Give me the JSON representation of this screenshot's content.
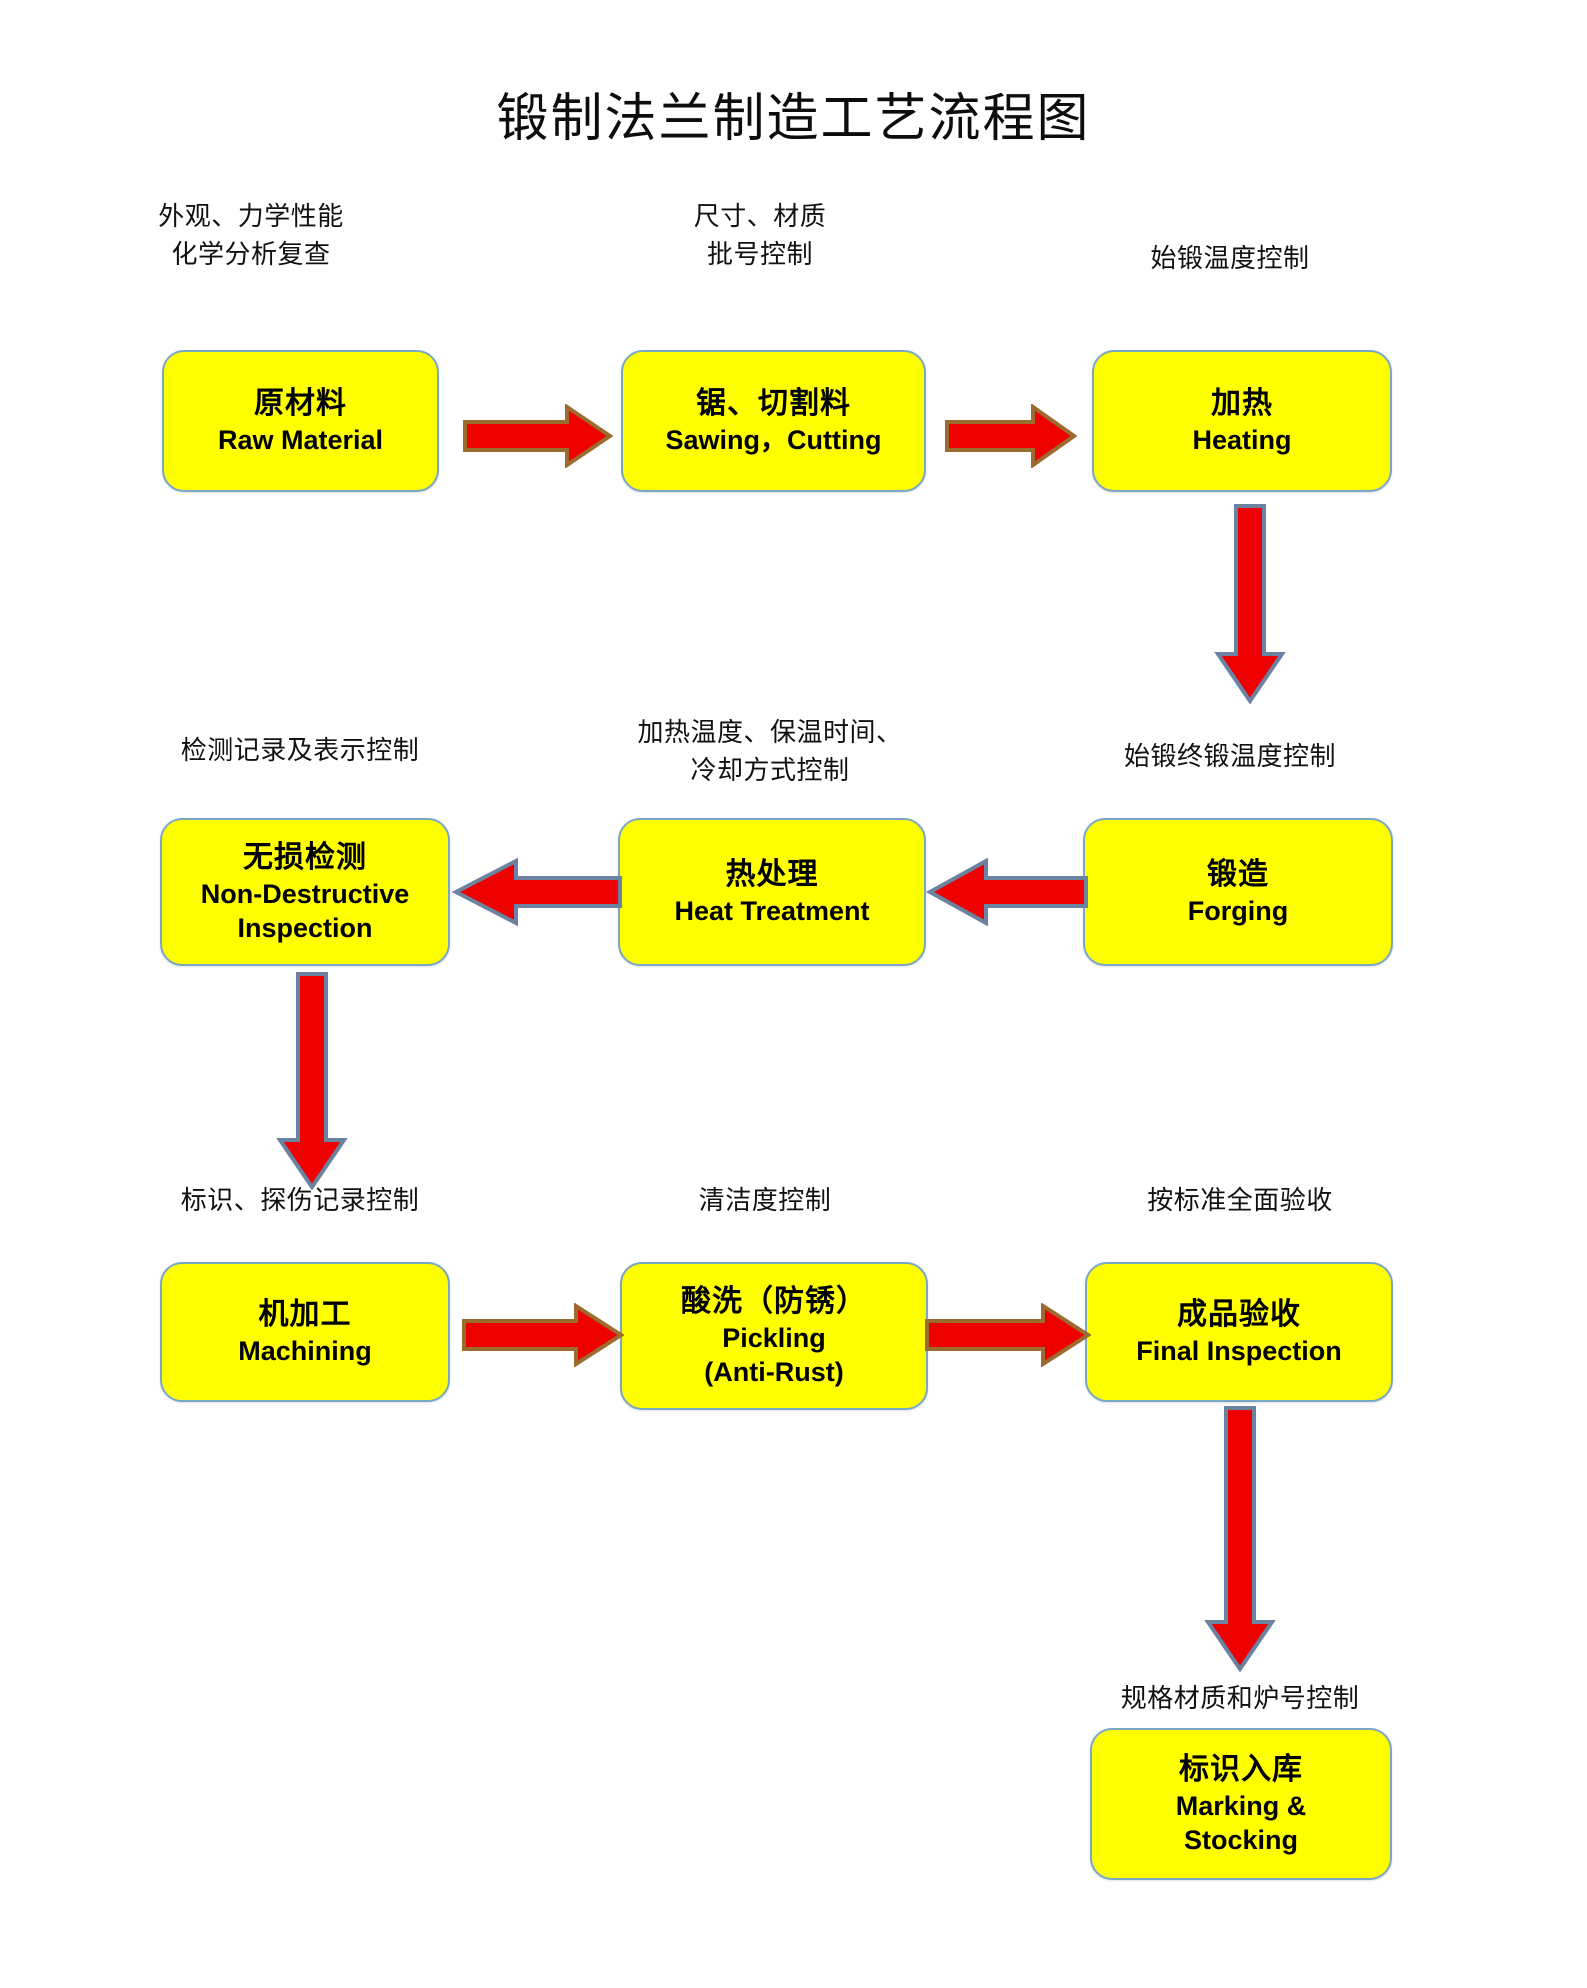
{
  "document": {
    "title": "锻制法兰制造工艺流程图",
    "type": "process-flowchart",
    "background_color": "#ffffff"
  },
  "style": {
    "box_fill": "#ffff00",
    "box_border": "#7ba7c7",
    "arrow_fill": "#ee0000",
    "arrow_border_horizontal": "#9c6b30",
    "arrow_border_vertical": "#6b82a0",
    "text_color": "#000000"
  },
  "nodes": [
    {
      "id": "raw-material",
      "caption": "外观、力学性能\n化学分析复查",
      "cn": "原材料",
      "en": "Raw Material",
      "row": 1,
      "col": 1
    },
    {
      "id": "sawing-cutting",
      "caption": "尺寸、材质\n批号控制",
      "cn": "锯、切割料",
      "en": "Sawing，Cutting",
      "row": 1,
      "col": 2
    },
    {
      "id": "heating",
      "caption": "始锻温度控制",
      "cn": "加热",
      "en": "Heating",
      "row": 1,
      "col": 3
    },
    {
      "id": "non-destructive-inspection",
      "caption": "检测记录及表示控制",
      "cn": "无损检测",
      "en": "Non-Destructive\nInspection",
      "row": 2,
      "col": 1
    },
    {
      "id": "heat-treatment",
      "caption": "加热温度、保温时间、\n冷却方式控制",
      "cn": "热处理",
      "en": "Heat Treatment",
      "row": 2,
      "col": 2
    },
    {
      "id": "forging",
      "caption": "始锻终锻温度控制",
      "cn": "锻造",
      "en": "Forging",
      "row": 2,
      "col": 3
    },
    {
      "id": "machining",
      "caption": "标识、探伤记录控制",
      "cn": "机加工",
      "en": "Machining",
      "row": 3,
      "col": 1
    },
    {
      "id": "pickling",
      "caption": "清洁度控制",
      "cn": "酸洗（防锈）",
      "en": "Pickling\n(Anti-Rust)",
      "row": 3,
      "col": 2
    },
    {
      "id": "final-inspection",
      "caption": "按标准全面验收",
      "cn": "成品验收",
      "en": "Final Inspection",
      "row": 3,
      "col": 3
    },
    {
      "id": "marking-stocking",
      "caption": "规格材质和炉号控制",
      "cn": "标识入库",
      "en": "Marking &\nStocking",
      "row": 4,
      "col": 3
    }
  ],
  "edges": [
    {
      "from": "raw-material",
      "to": "sawing-cutting",
      "direction": "right"
    },
    {
      "from": "sawing-cutting",
      "to": "heating",
      "direction": "right"
    },
    {
      "from": "heating",
      "to": "forging",
      "direction": "down"
    },
    {
      "from": "forging",
      "to": "heat-treatment",
      "direction": "left"
    },
    {
      "from": "heat-treatment",
      "to": "non-destructive-inspection",
      "direction": "left"
    },
    {
      "from": "non-destructive-inspection",
      "to": "machining",
      "direction": "down"
    },
    {
      "from": "machining",
      "to": "pickling",
      "direction": "right"
    },
    {
      "from": "pickling",
      "to": "final-inspection",
      "direction": "right"
    },
    {
      "from": "final-inspection",
      "to": "marking-stocking",
      "direction": "down"
    }
  ]
}
